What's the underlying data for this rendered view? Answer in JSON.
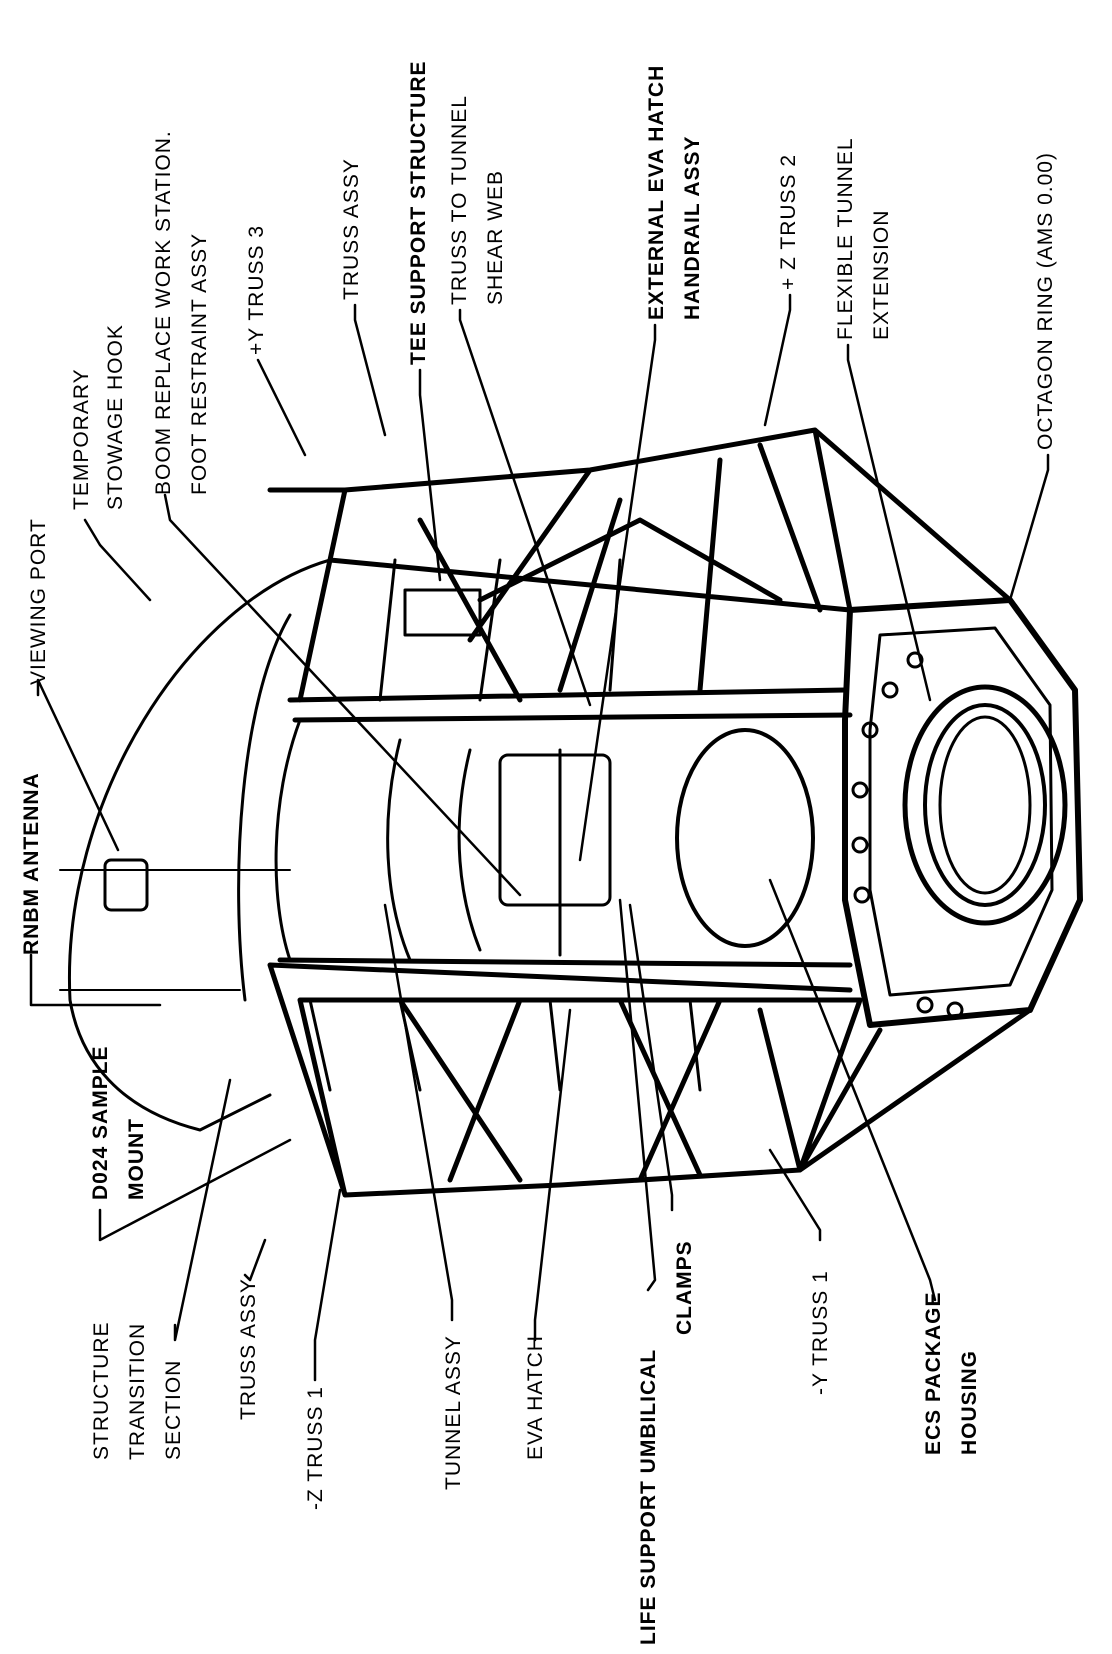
{
  "diagram": {
    "labels": {
      "rnbm_antenna": "RNBM ANTENNA",
      "viewing_port": "VIEWING PORT",
      "temporary_stowage_hook": [
        "TEMPORARY",
        "STOWAGE HOOK"
      ],
      "boom_replace_work_station": [
        "BOOM REPLACE WORK STATION.",
        "FOOT RESTRAINT ASSY"
      ],
      "plus_y_truss_3": "+Y TRUSS 3",
      "truss_assy_top": "TRUSS ASSY",
      "tee_support_structure": "TEE SUPPORT STRUCTURE",
      "truss_to_tunnel_shear_web": [
        "TRUSS TO TUNNEL",
        "SHEAR WEB"
      ],
      "external_eva_hatch_handrail": [
        "EXTERNAL EVA HATCH",
        "HANDRAIL ASSY"
      ],
      "plus_z_truss_2": "+ Z TRUSS 2",
      "flexible_tunnel_extension": [
        "FLEXIBLE TUNNEL",
        "EXTENSION"
      ],
      "octagon_ring": "OCTAGON RING (AMS 0.00)",
      "d024_sample_mount": [
        "D024 SAMPLE",
        "MOUNT"
      ],
      "structure_transition_section": [
        "STRUCTURE",
        "TRANSITION",
        "SECTION"
      ],
      "truss_assy_bottom": "TRUSS ASSY",
      "minus_z_truss_1": "-Z TRUSS  1",
      "tunnel_assy": "TUNNEL ASSY",
      "eva_hatch": "EVA HATCH",
      "life_support_umbilical_clamps": [
        "LIFE SUPPORT UMBILICAL",
        "CLAMPS"
      ],
      "minus_y_truss_1": "-Y TRUSS 1",
      "ecs_package_housing": [
        "ECS PACKAGE",
        "HOUSING"
      ]
    }
  }
}
